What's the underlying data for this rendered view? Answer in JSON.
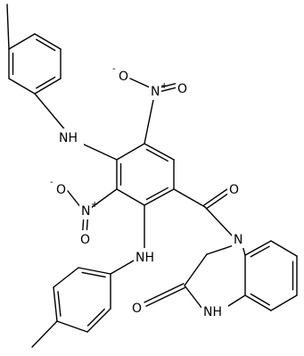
{
  "molecule": {
    "labels": {
      "nh_top": "NH",
      "nh_mid": "NH",
      "nh_lactam": "NH",
      "n_ring": "N",
      "n_nitro_top": "N",
      "n_nitro_mid": "N",
      "o_nitro_top_a": "O",
      "o_nitro_top_b": "O",
      "o_nitro_mid_a": "O",
      "o_nitro_mid_b": "O",
      "o_carbonyl": "O",
      "o_lactam": "O",
      "plus_top": "+",
      "plus_mid": "+",
      "minus_top": "-",
      "minus_mid": "-"
    }
  }
}
